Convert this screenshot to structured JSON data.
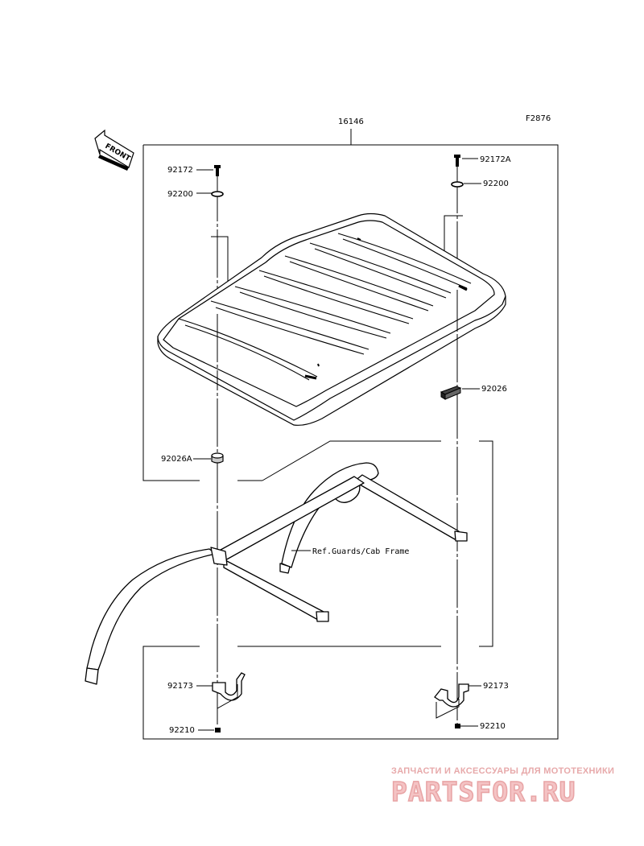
{
  "diagram_id": "F2876",
  "front_label": "FRONT",
  "ref_label": "Ref.Guards/Cab Frame",
  "parts": {
    "assembly": "16146",
    "bolt_left": "92172",
    "bolt_right": "92172A",
    "washer_left": "92200",
    "washer_right": "92200",
    "spacer_left": "92026A",
    "spacer_right": "92026",
    "clamp_left": "92173",
    "clamp_right": "92173",
    "nut_left": "92210",
    "nut_right": "92210"
  },
  "watermark": {
    "tagline": "ЗАПЧАСТИ И АКСЕССУАРЫ ДЛЯ МОТОТЕХНИКИ",
    "logo": "PARTSFOR.RU"
  }
}
